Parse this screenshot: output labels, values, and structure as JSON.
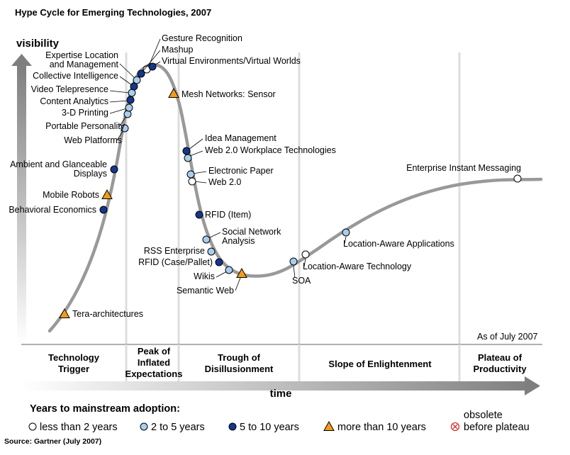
{
  "title": "Hype Cycle for Emerging Technologies, 2007",
  "y_axis_label": "visibility",
  "x_axis_label": "time",
  "as_of": "As of July 2007",
  "phases": [
    {
      "lines": [
        "Technology",
        "Trigger"
      ]
    },
    {
      "lines": [
        "Peak of",
        "Inflated",
        "Expectations"
      ]
    },
    {
      "lines": [
        "Trough of",
        "Disillusionment"
      ]
    },
    {
      "lines": [
        "Slope of Enlightenment"
      ]
    },
    {
      "lines": [
        "Plateau of",
        "Productivity"
      ]
    }
  ],
  "technologies": [
    {
      "lines": [
        "Tera-architectures"
      ],
      "category": "more-than-10"
    },
    {
      "lines": [
        "Behavioral Economics"
      ],
      "category": "5-to-10"
    },
    {
      "lines": [
        "Mobile Robots"
      ],
      "category": "more-than-10"
    },
    {
      "lines": [
        "Ambient and Glanceable",
        "Displays"
      ],
      "category": "5-to-10"
    },
    {
      "lines": [
        "Web Platforms"
      ],
      "category": "2-to-5"
    },
    {
      "lines": [
        "Portable Personality"
      ],
      "category": "2-to-5"
    },
    {
      "lines": [
        "3-D Printing"
      ],
      "category": "2-to-5"
    },
    {
      "lines": [
        "Content Analytics"
      ],
      "category": "5-to-10"
    },
    {
      "lines": [
        "Video Telepresence"
      ],
      "category": "2-to-5"
    },
    {
      "lines": [
        "Collective Intelligence"
      ],
      "category": "5-to-10"
    },
    {
      "lines": [
        "Expertise Location",
        "and Management"
      ],
      "category": "2-to-5"
    },
    {
      "lines": [
        "Gesture Recognition"
      ],
      "category": "less-than-2"
    },
    {
      "lines": [
        "Mashup"
      ],
      "category": "5-to-10"
    },
    {
      "lines": [
        "Virtual Environments/Virtual Worlds"
      ],
      "category": "5-to-10"
    },
    {
      "lines": [
        "Mesh Networks: Sensor"
      ],
      "category": "more-than-10"
    },
    {
      "lines": [
        "Idea Management"
      ],
      "category": "5-to-10"
    },
    {
      "lines": [
        "Web 2.0 Workplace Technologies"
      ],
      "category": "2-to-5"
    },
    {
      "lines": [
        "Electronic Paper"
      ],
      "category": "2-to-5"
    },
    {
      "lines": [
        "Web 2.0"
      ],
      "category": "less-than-2"
    },
    {
      "lines": [
        "RFID (Item)"
      ],
      "category": "5-to-10"
    },
    {
      "lines": [
        "Social Network",
        "Analysis"
      ],
      "category": "2-to-5"
    },
    {
      "lines": [
        "RSS Enterprise"
      ],
      "category": "2-to-5"
    },
    {
      "lines": [
        "RFID (Case/Pallet)"
      ],
      "category": "5-to-10"
    },
    {
      "lines": [
        "Wikis"
      ],
      "category": "2-to-5"
    },
    {
      "lines": [
        "Semantic Web"
      ],
      "category": "more-than-10"
    },
    {
      "lines": [
        "SOA"
      ],
      "category": "2-to-5"
    },
    {
      "lines": [
        "Location-Aware Technology"
      ],
      "category": "less-than-2"
    },
    {
      "lines": [
        "Location-Aware Applications"
      ],
      "category": "2-to-5"
    },
    {
      "lines": [
        "Enterprise Instant Messaging"
      ],
      "category": "less-than-2"
    }
  ],
  "legend": {
    "title": "Years to mainstream adoption:",
    "items": [
      {
        "category": "less-than-2",
        "lines": [
          "less than 2 years"
        ]
      },
      {
        "category": "2-to-5",
        "lines": [
          "2 to 5 years"
        ]
      },
      {
        "category": "5-to-10",
        "lines": [
          "5 to 10 years"
        ]
      },
      {
        "category": "more-than-10",
        "lines": [
          "more than 10 years"
        ]
      },
      {
        "category": "obsolete",
        "lines": [
          "obsolete",
          "before plateau"
        ]
      }
    ]
  },
  "source": "Source: Gartner (July 2007)",
  "colors": {
    "curve": "#999999",
    "divider": "#dddddd",
    "axis": "#808080",
    "less-than-2": "#ffffff",
    "2-to-5": "#a9cdee",
    "5-to-10": "#13378c",
    "more-than-10": "#f39c1b",
    "obsolete": "#d0342c"
  }
}
